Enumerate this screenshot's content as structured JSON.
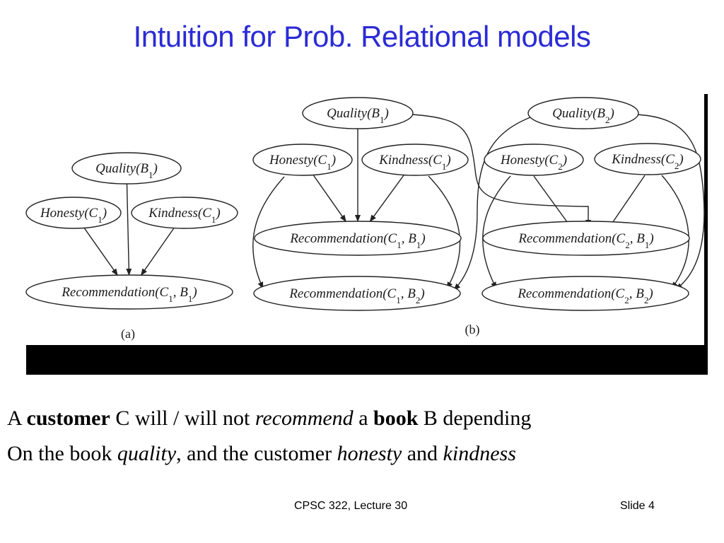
{
  "title": "Intuition for Prob. Relational models",
  "diagram": {
    "panel_a_label": "(a)",
    "panel_b_label": "(b)",
    "nodes": {
      "a_quality": {
        "name": "Quality",
        "args": [
          "B",
          "1"
        ]
      },
      "a_honesty": {
        "name": "Honesty",
        "args": [
          "C",
          "1"
        ]
      },
      "a_kindness": {
        "name": "Kindness",
        "args": [
          "C",
          "1"
        ]
      },
      "a_rec": {
        "name": "Recommendation",
        "args": [
          "C",
          "1",
          "B",
          "1"
        ]
      },
      "b_quality1": {
        "name": "Quality",
        "args": [
          "B",
          "1"
        ]
      },
      "b_quality2": {
        "name": "Quality",
        "args": [
          "B",
          "2"
        ]
      },
      "b_honesty1": {
        "name": "Honesty",
        "args": [
          "C",
          "1"
        ]
      },
      "b_kindness1": {
        "name": "Kindness",
        "args": [
          "C",
          "1"
        ]
      },
      "b_honesty2": {
        "name": "Honesty",
        "args": [
          "C",
          "2"
        ]
      },
      "b_kindness2": {
        "name": "Kindness",
        "args": [
          "C",
          "2"
        ]
      },
      "b_rec11": {
        "name": "Recommendation",
        "args": [
          "C",
          "1",
          "B",
          "1"
        ]
      },
      "b_rec12": {
        "name": "Recommendation",
        "args": [
          "C",
          "1",
          "B",
          "2"
        ]
      },
      "b_rec21": {
        "name": "Recommendation",
        "args": [
          "C",
          "2",
          "B",
          "1"
        ]
      },
      "b_rec22": {
        "name": "Recommendation",
        "args": [
          "C",
          "2",
          "B",
          "2"
        ]
      }
    },
    "edges": [
      [
        "a_quality",
        "a_rec"
      ],
      [
        "a_honesty",
        "a_rec"
      ],
      [
        "a_kindness",
        "a_rec"
      ],
      [
        "b_quality1",
        "b_rec11"
      ],
      [
        "b_quality1",
        "b_rec21"
      ],
      [
        "b_honesty1",
        "b_rec11"
      ],
      [
        "b_honesty1",
        "b_rec12"
      ],
      [
        "b_kindness1",
        "b_rec11"
      ],
      [
        "b_kindness1",
        "b_rec12"
      ],
      [
        "b_quality2",
        "b_rec12"
      ],
      [
        "b_quality2",
        "b_rec22"
      ],
      [
        "b_honesty2",
        "b_rec21"
      ],
      [
        "b_honesty2",
        "b_rec22"
      ],
      [
        "b_kindness2",
        "b_rec21"
      ],
      [
        "b_kindness2",
        "b_rec22"
      ]
    ]
  },
  "text": {
    "line1": {
      "p1": "A ",
      "customer": "customer",
      "p2": " C will / will not ",
      "recommend": "recommend",
      "p3": " a ",
      "book": "book",
      "p4": " B depending"
    },
    "line2": {
      "p1": "On the book ",
      "quality": "quality",
      "p2": ", and the customer ",
      "honesty": "honesty",
      "p3": " and ",
      "kindness": "kindness"
    }
  },
  "footer": {
    "course": "CPSC 322, Lecture 30",
    "slide": "Slide 4"
  }
}
